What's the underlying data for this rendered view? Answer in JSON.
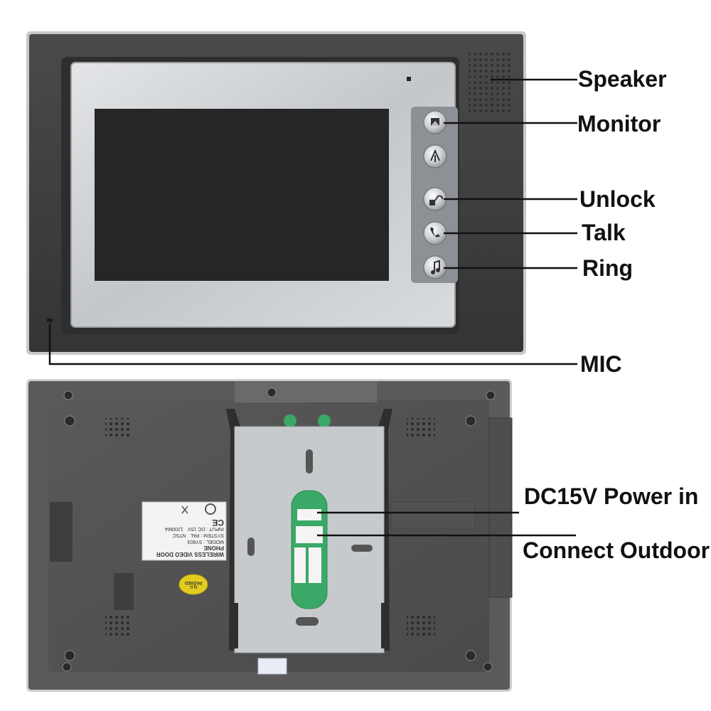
{
  "callouts": {
    "speaker": "Speaker",
    "monitor": "Monitor",
    "unlock": "Unlock",
    "talk": "Talk",
    "ring": "Ring",
    "mic": "MIC",
    "dc_power": "DC15V Power in",
    "connect_outdoor": "Connect Outdoor"
  },
  "label_sticker": {
    "model": "MODEL : SY803",
    "input": "INPUT : DC 15V",
    "current": "1200MA",
    "system": "SYSTEM : PAL",
    "ntsc": "NTSC",
    "product": "WIRELESS VIDEO DOOR PHONE",
    "ce": "CE"
  },
  "qc_sticker": "Q.C PASSED",
  "colors": {
    "bezel": "#3d3d3d",
    "frame": "#b8bcc0",
    "screen": "#2a2a2a",
    "panel": "#d6d9dc",
    "pcb": "#3aa866",
    "plate": "#c7cacd"
  },
  "icons": [
    "monitor-icon",
    "intercom-icon",
    "unlock-icon",
    "talk-icon",
    "ring-icon"
  ]
}
